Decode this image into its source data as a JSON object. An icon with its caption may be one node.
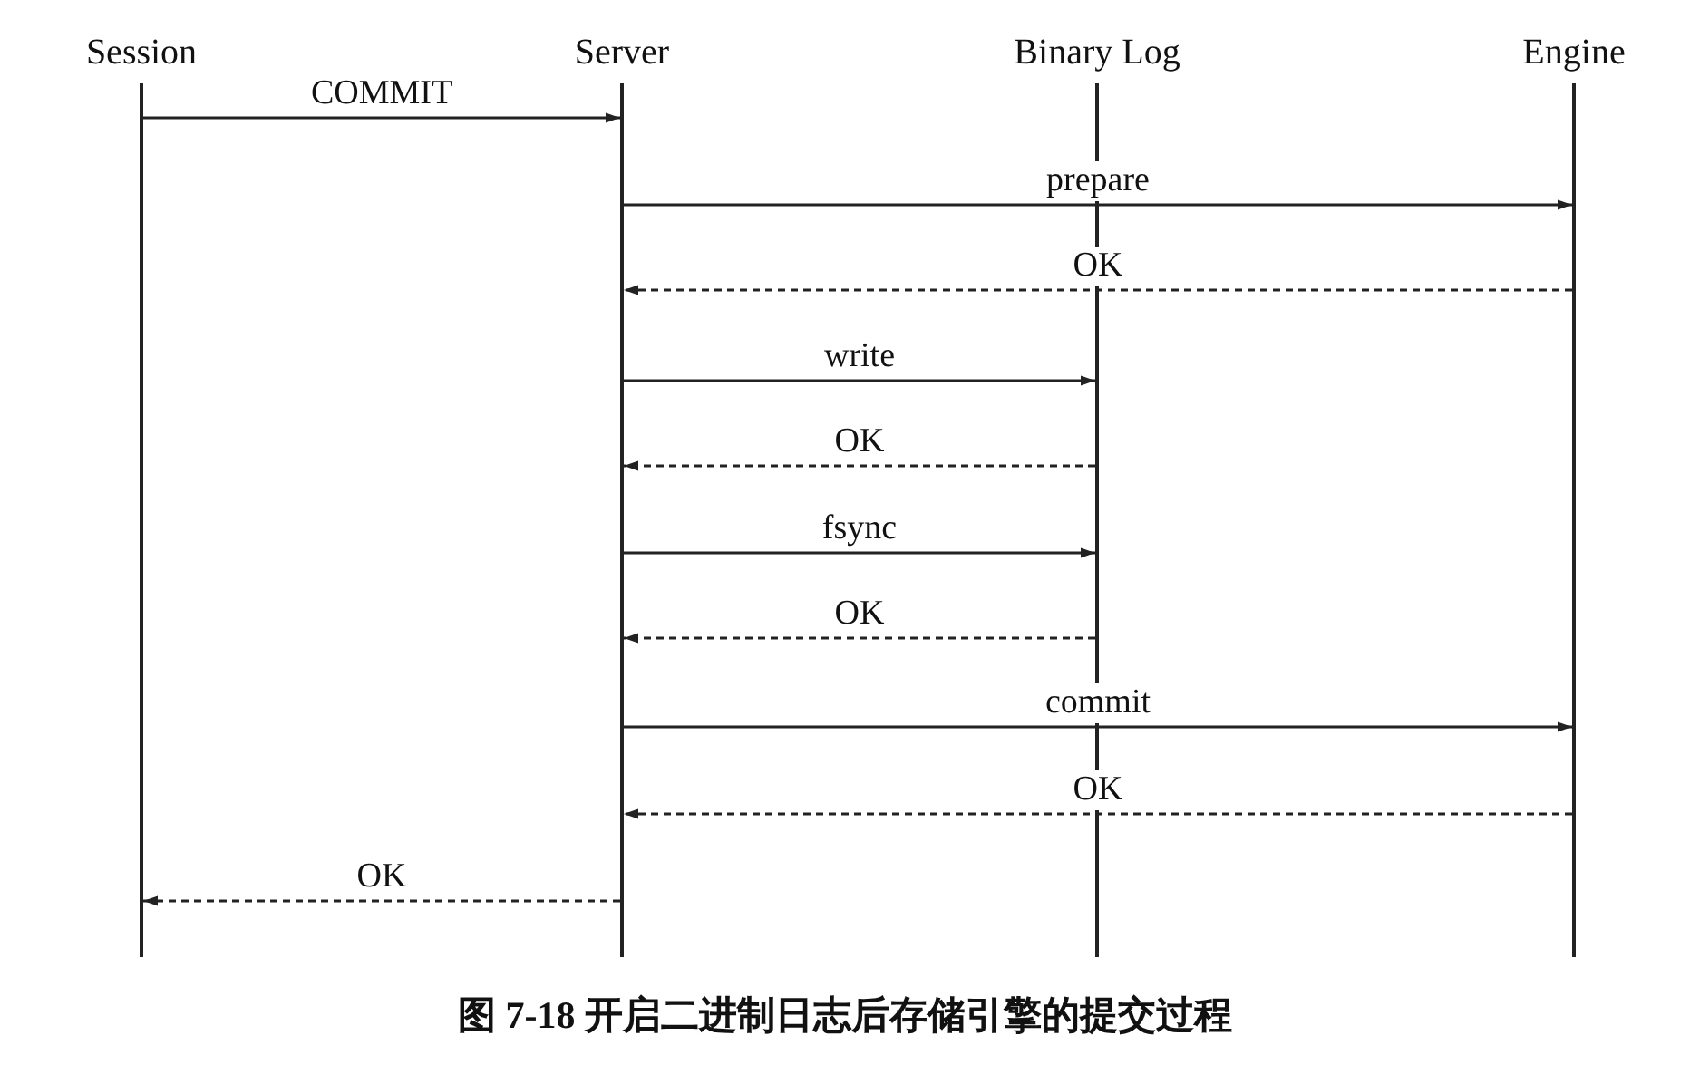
{
  "diagram": {
    "caption": "图 7-18 开启二进制日志后存储引擎的提交过程",
    "nodes": [
      {
        "text": [
          "Session"
        ]
      },
      {
        "text": [
          "Server"
        ]
      },
      {
        "text": [
          "Binary Log"
        ]
      },
      {
        "text": [
          "Engine"
        ]
      }
    ],
    "edges": [
      {
        "from": 0,
        "to": 1,
        "arrow": "to",
        "label": "COMMIT"
      },
      {
        "from": 1,
        "to": 3,
        "arrow": "to",
        "label": "prepare"
      },
      {
        "from": 3,
        "to": 1,
        "arrow": "to",
        "label": "OK",
        "style": "dashed"
      },
      {
        "from": 1,
        "to": 2,
        "arrow": "to",
        "label": "write"
      },
      {
        "from": 2,
        "to": 1,
        "arrow": "to",
        "label": "OK",
        "style": "dashed"
      },
      {
        "from": 1,
        "to": 2,
        "arrow": "to",
        "label": "fsync"
      },
      {
        "from": 2,
        "to": 1,
        "arrow": "to",
        "label": "OK",
        "style": "dashed"
      },
      {
        "from": 1,
        "to": 3,
        "arrow": "to",
        "label": "commit"
      },
      {
        "from": 3,
        "to": 1,
        "arrow": "to",
        "label": "OK",
        "style": "dashed"
      },
      {
        "from": 1,
        "to": 0,
        "arrow": "to",
        "label": "OK",
        "style": "dashed"
      }
    ]
  }
}
